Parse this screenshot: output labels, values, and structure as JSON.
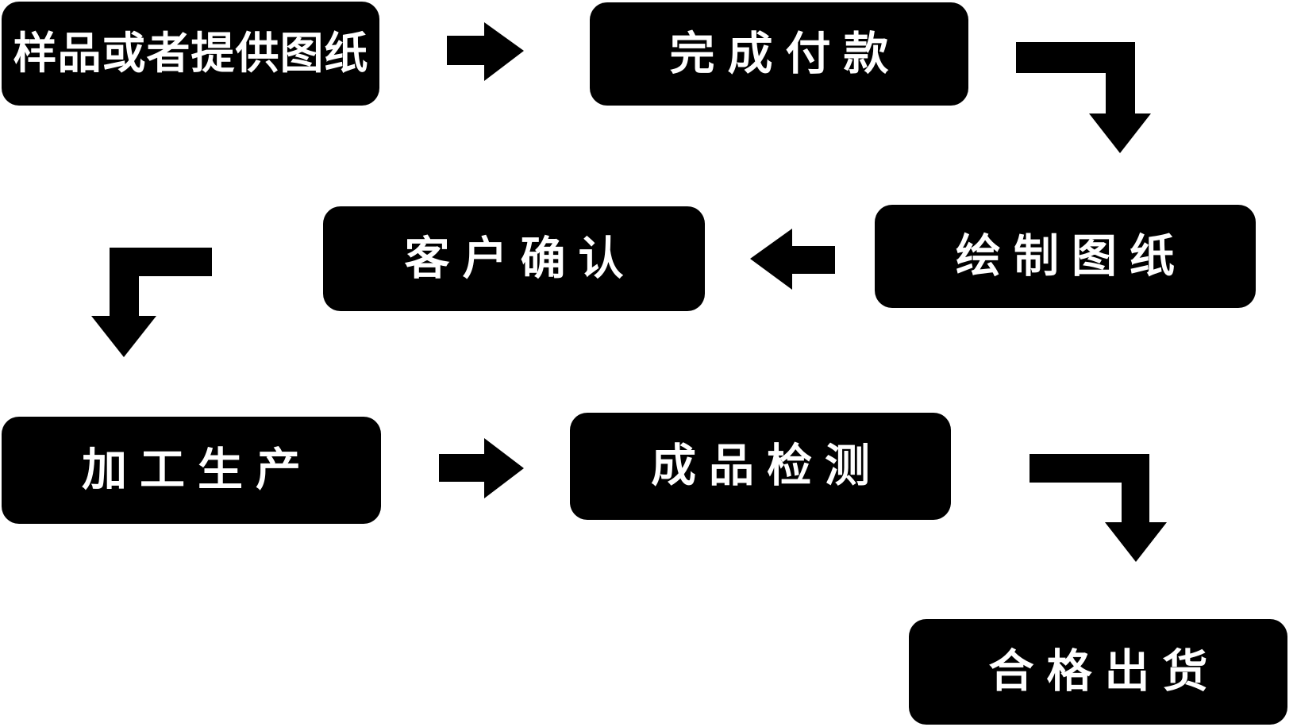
{
  "diagram": {
    "type": "flowchart",
    "colors": {
      "node_background": "#000000",
      "node_text": "#ffffff",
      "arrow": "#000000",
      "page_background": "#ffffff"
    },
    "nodes": [
      {
        "id": "sample",
        "label": "样品或者提供图纸"
      },
      {
        "id": "payment",
        "label": "完成付款"
      },
      {
        "id": "drawing",
        "label": "绘制图纸"
      },
      {
        "id": "confirm",
        "label": "客户确认"
      },
      {
        "id": "production",
        "label": "加工生产"
      },
      {
        "id": "inspection",
        "label": "成品检测"
      },
      {
        "id": "shipment",
        "label": "合格出货"
      }
    ],
    "edges": [
      {
        "from": "样品或者提供图纸",
        "to": "完成付款",
        "icon": "arrow-right-icon"
      },
      {
        "from": "完成付款",
        "to": "绘制图纸",
        "icon": "arrow-elbow-right-down-icon"
      },
      {
        "from": "绘制图纸",
        "to": "客户确认",
        "icon": "arrow-left-icon"
      },
      {
        "from": "客户确认",
        "to": "加工生产",
        "icon": "arrow-elbow-left-down-icon"
      },
      {
        "from": "加工生产",
        "to": "成品检测",
        "icon": "arrow-right-icon"
      },
      {
        "from": "成品检测",
        "to": "合格出货",
        "icon": "arrow-elbow-right-down-icon"
      }
    ]
  }
}
